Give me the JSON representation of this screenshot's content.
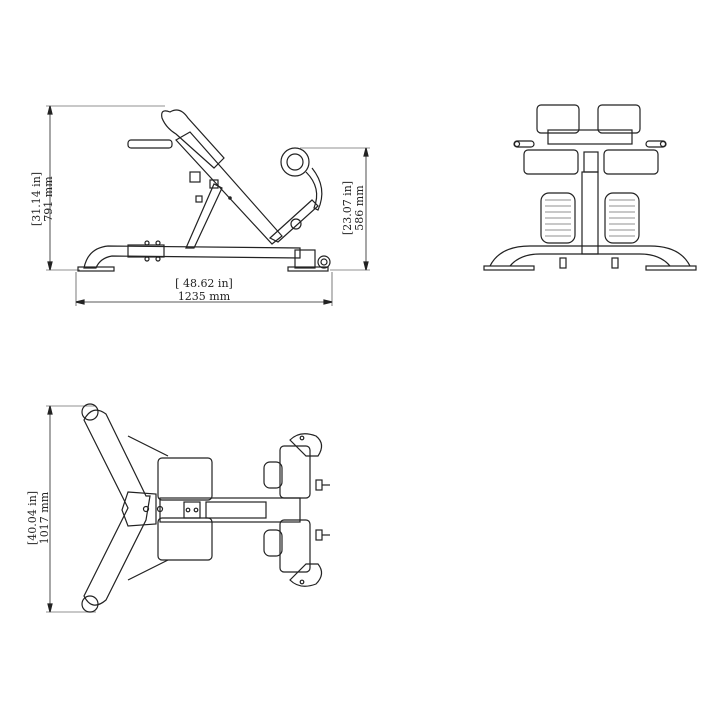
{
  "views": {
    "side": {
      "height": {
        "inches": "[31.14 in]",
        "mm": "791 mm"
      },
      "depth": {
        "inches": "[23.07 in]",
        "mm": "586 mm"
      },
      "length": {
        "inches": "[ 48.62 in]",
        "mm": "1235 mm"
      }
    },
    "front": {},
    "top": {
      "width": {
        "inches": "[40.04 in]",
        "mm": "1017 mm"
      }
    }
  },
  "colors": {
    "line": "#222222",
    "background": "#ffffff"
  }
}
